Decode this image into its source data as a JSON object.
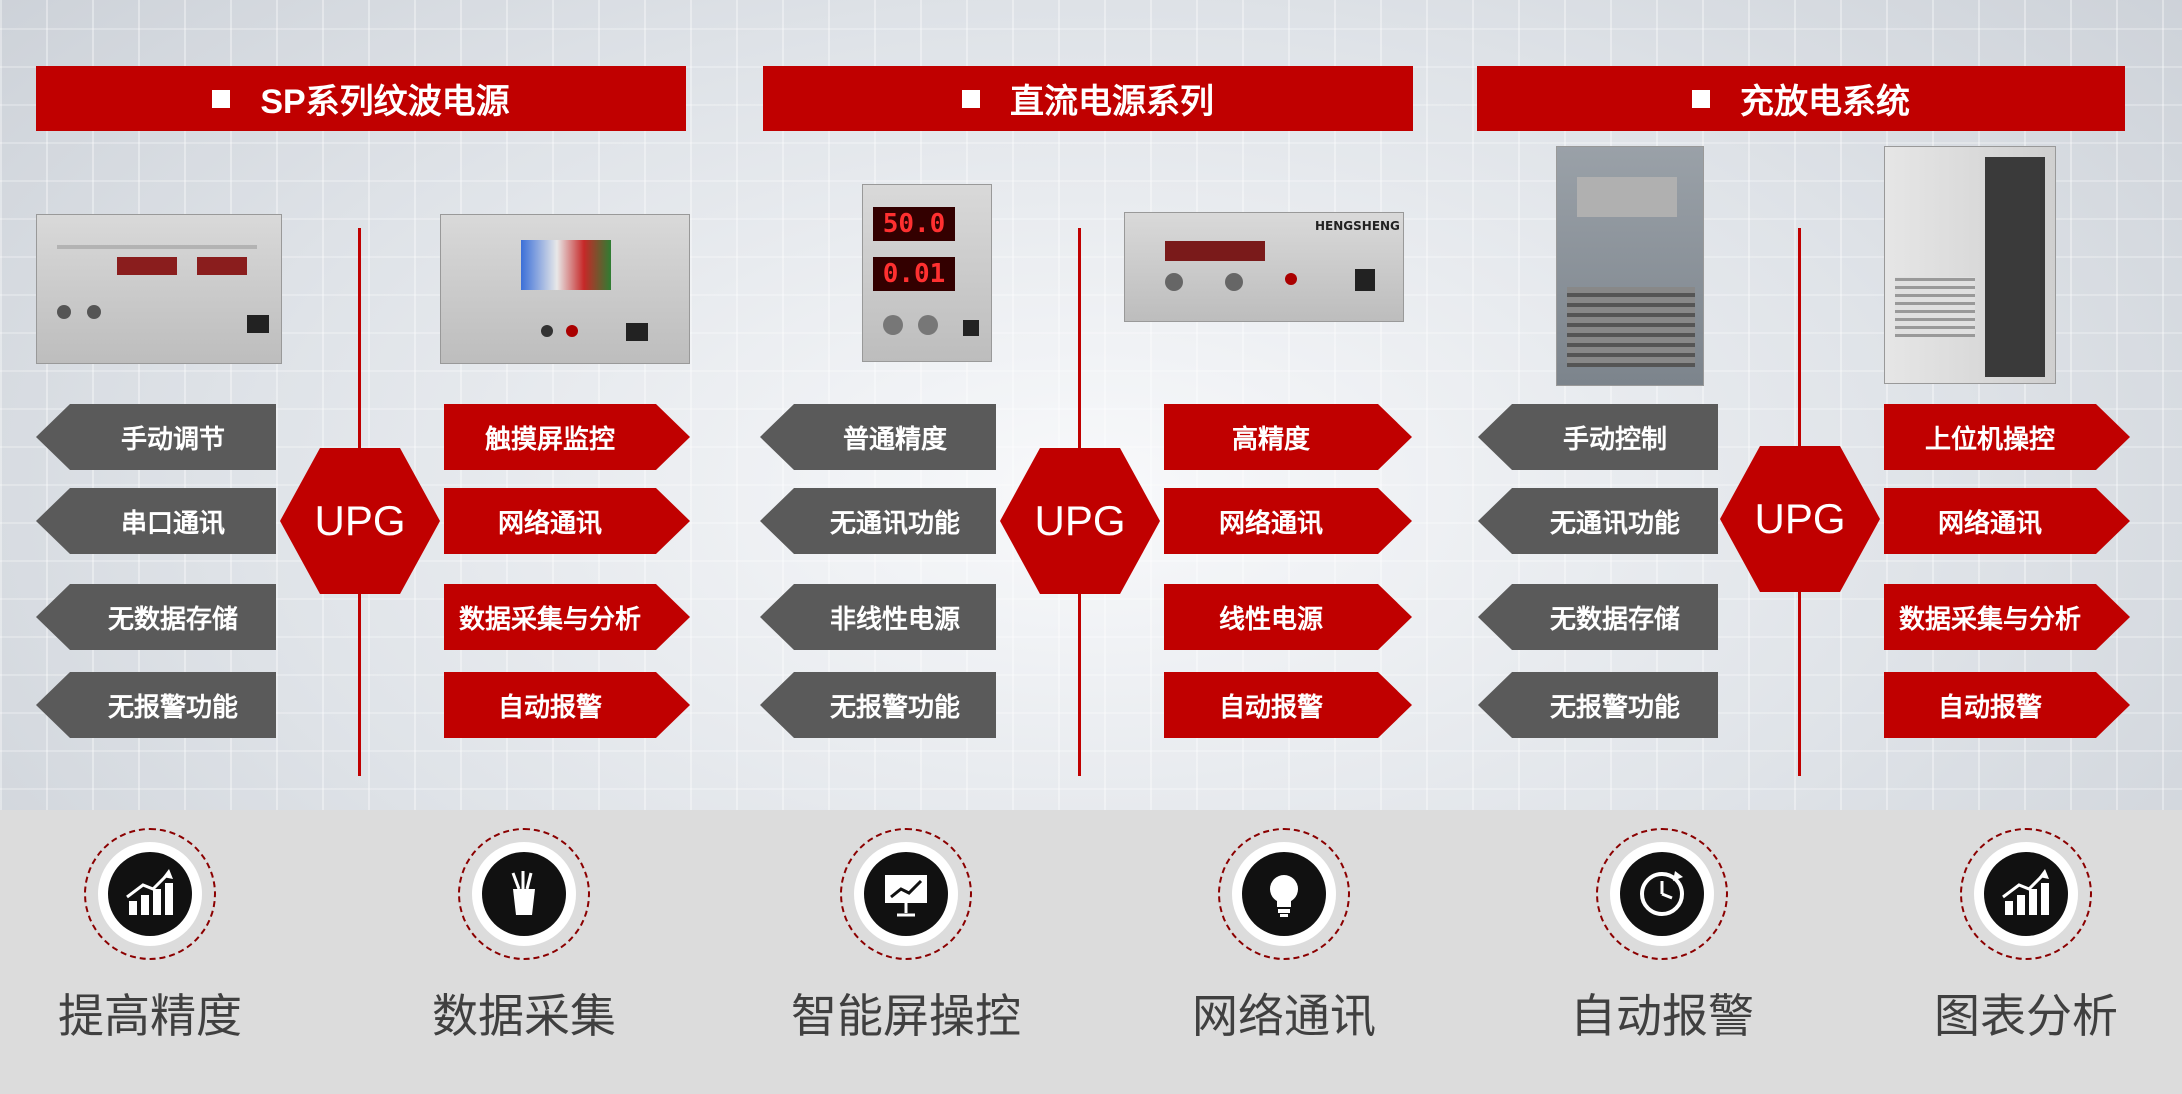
{
  "columns": [
    {
      "header": "SP系列纹波电源",
      "left_tags": [
        "手动调节",
        "串口通讯",
        "无数据存储",
        "无报警功能"
      ],
      "center": "UPG",
      "right_tags": [
        "触摸屏监控",
        "网络通讯",
        "数据采集与分析",
        "自动报警"
      ]
    },
    {
      "header": "直流电源系列",
      "left_tags": [
        "普通精度",
        "无通讯功能",
        "非线性电源",
        "无报警功能"
      ],
      "center": "UPG",
      "right_tags": [
        "高精度",
        "网络通讯",
        "线性电源",
        "自动报警"
      ],
      "meter_values": [
        "50.0",
        "0.01"
      ],
      "panel_text": "HENGSHENG"
    },
    {
      "header": "充放电系统",
      "left_tags": [
        "手动控制",
        "无通讯功能",
        "无数据存储",
        "无报警功能"
      ],
      "center": "UPG",
      "right_tags": [
        "上位机操控",
        "网络通讯",
        "数据采集与分析",
        "自动报警"
      ]
    }
  ],
  "features": [
    {
      "label": "提高精度",
      "icon": "bar-chart-up-icon"
    },
    {
      "label": "数据采集",
      "icon": "pen-holder-icon"
    },
    {
      "label": "智能屏操控",
      "icon": "presentation-screen-icon"
    },
    {
      "label": "网络通讯",
      "icon": "lightbulb-icon"
    },
    {
      "label": "自动报警",
      "icon": "clock-refresh-icon"
    },
    {
      "label": "图表分析",
      "icon": "bar-chart-up-icon"
    }
  ],
  "colors": {
    "accent": "#c00000",
    "tag_gray": "#5a5a5a",
    "text_dark": "#404040"
  }
}
